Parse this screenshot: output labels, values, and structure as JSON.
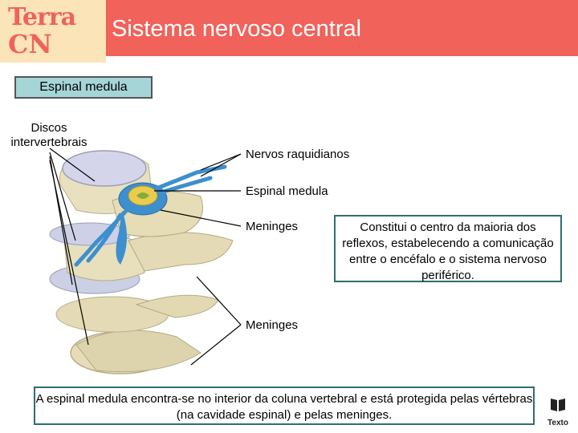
{
  "header": {
    "logo_line1": "Terra",
    "logo_line2": "CN",
    "title": "Sistema nervoso central"
  },
  "section_tag": "Espinal medula",
  "labels": {
    "discos": "Discos intervertebrais",
    "nervos": "Nervos raquidianos",
    "espinal": "Espinal medula",
    "meninges1": "Meninges",
    "meninges2": "Meninges"
  },
  "info_box": "Constitui o centro da maioria dos reflexos, estabelecendo a comunicação entre o encéfalo e o sistema nervoso periférico.",
  "bottom_caption": "A espinal medula encontra-se no interior da coluna vertebral e está protegida pelas vértebras (na cavidade espinal) e pelas meninges.",
  "publisher_logo": "Texto",
  "colors": {
    "header": "#f0625a",
    "logo_bg": "#fbe4b8",
    "tag_bg": "#a6d5d8",
    "border": "#2e6e73",
    "bone": "#e8e0bf",
    "disc": "#cfd0e6",
    "nerve": "#3a8fd0",
    "cord": "#e7c84a"
  }
}
